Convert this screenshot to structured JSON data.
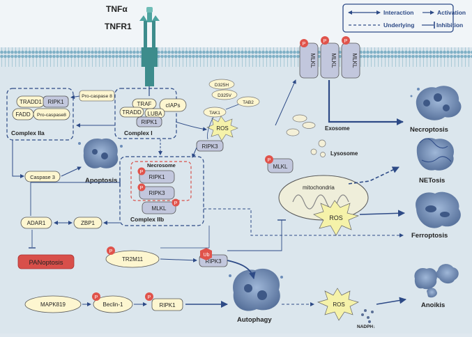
{
  "receptor": {
    "ligand": "TNFα",
    "receptor": "TNFR1"
  },
  "legend": {
    "interaction": "Interaction",
    "activation": "Activation",
    "underlying": "Underlying",
    "inhibition": "Inhibition"
  },
  "complex_iia": {
    "title": "Complex IIa",
    "tradd1": "TRADD1",
    "ripk1": "RIPK1",
    "fadd": "FADD",
    "pro_caspase8_inner": "Pro-caspase8",
    "pro_caspase8_outer": "Pro-caspase 8"
  },
  "complex_i": {
    "title": "Complex I",
    "traf": "TRAF",
    "ciaps": "cIAPs",
    "tradd": "TRADD",
    "luba": "LUBA",
    "ripk1": "RIPK1"
  },
  "tak": {
    "d325h": "D325H",
    "d325v": "D325V",
    "tab2": "TAB2",
    "tak1": "TAK1"
  },
  "ros_top": "ROS",
  "ripk3_top": "RIPK3",
  "mlkl_membrane": [
    "MLKL",
    "MLKL",
    "MLKL"
  ],
  "phospho": "P",
  "exosome": "Exosome",
  "lysosome": "Lysosome",
  "necroptosis": "Necroptosis",
  "netosis": "NETosis",
  "ferroptosis": "Ferroptosis",
  "anoikis": "Anoikis",
  "apoptosis": "Apoptosis",
  "autophagy": "Autophagy",
  "caspase3": "Caspase 3",
  "necrosome": {
    "title": "Necrosome",
    "ripk1": "RIPK1",
    "ripk3": "RIPK3",
    "mlkl": "MLKL",
    "complex": "Complex IIb"
  },
  "adar1": "ADAR1",
  "zbp1": "ZBP1",
  "panoptosis": "PANoptosis",
  "mito": {
    "mlkl": "MLKL",
    "label": "mitochondria",
    "ros": "ROS"
  },
  "tr2m11": "TR2M11",
  "ub": "Ub",
  "ripk3_bottom": "RIPK3",
  "mapk819": "MAPK819",
  "beclin1": "Beclin-1",
  "ripk1_bottom": "RIPK1",
  "ros_bottom": "ROS",
  "nadph": "NADPH↓",
  "colors": {
    "navy": "#2d4a86",
    "cell": "#dfe8ef",
    "membrane": "#8fb8cc",
    "receptor": "#3d8c8c",
    "protein": "#fdf6d0",
    "grey_protein": "#c2c7dd",
    "phospho": "#e0534b",
    "pan": "#d84f4a",
    "ros": "#f5f2a9",
    "cellshape": "#6b8cb8"
  }
}
